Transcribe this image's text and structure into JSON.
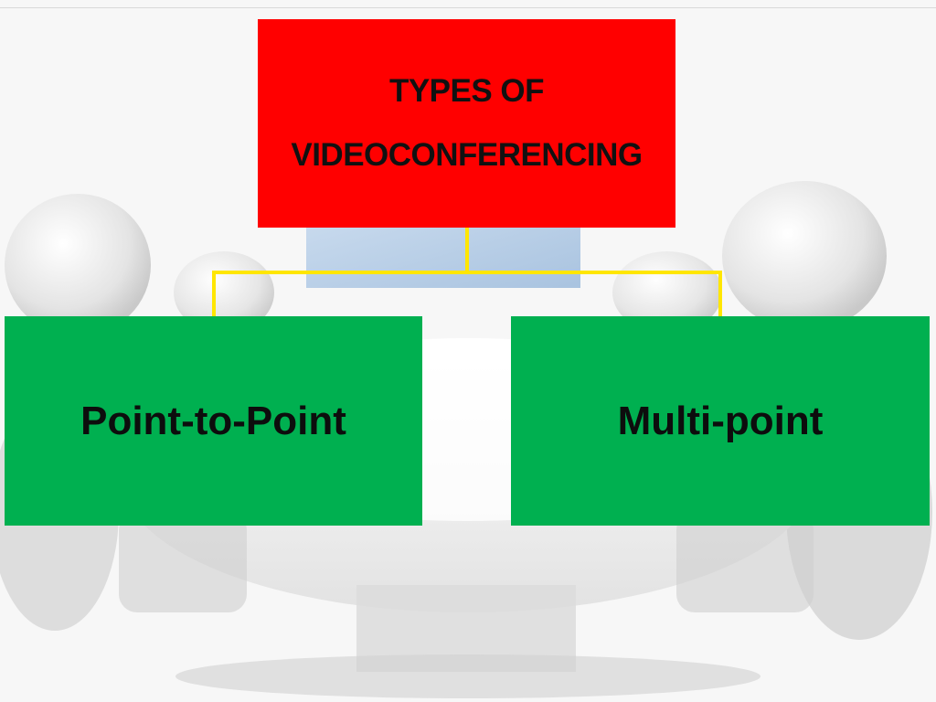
{
  "diagram": {
    "root": {
      "line1": "TYPES OF",
      "line2": "VIDEOCONFERENCING"
    },
    "children": [
      {
        "label": "Point-to-Point"
      },
      {
        "label": "Multi-point"
      }
    ]
  },
  "colors": {
    "root_fill": "#ff0000",
    "child_fill": "#00b050",
    "connector": "#ffe600",
    "text": "#111111"
  }
}
